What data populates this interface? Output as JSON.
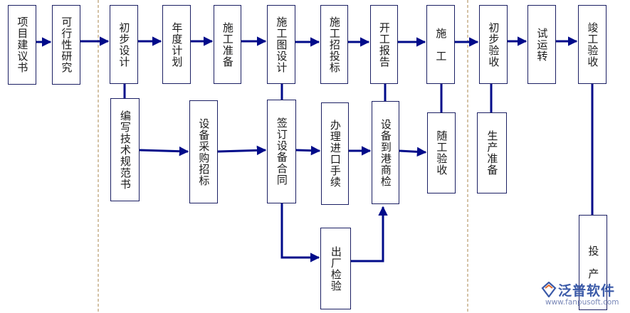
{
  "nodes": [
    {
      "id": "n1",
      "label": "项目建议书"
    },
    {
      "id": "n2",
      "label": "可行性研究"
    },
    {
      "id": "n3",
      "label": "初步设计"
    },
    {
      "id": "n4",
      "label": "年度计划"
    },
    {
      "id": "n5",
      "label": "施工准备"
    },
    {
      "id": "n6",
      "label": "施工图设计"
    },
    {
      "id": "n7",
      "label": "施工招投标"
    },
    {
      "id": "n8",
      "label": "开工报告"
    },
    {
      "id": "n9",
      "label": "施　工"
    },
    {
      "id": "n10",
      "label": "初步验收"
    },
    {
      "id": "n11",
      "label": "试运转"
    },
    {
      "id": "n12",
      "label": "竣工验收"
    },
    {
      "id": "n13",
      "label": "编写技术规范书"
    },
    {
      "id": "n14",
      "label": "设备采购招标"
    },
    {
      "id": "n15",
      "label": "签订设备合同"
    },
    {
      "id": "n16",
      "label": "办理进口手续"
    },
    {
      "id": "n17",
      "label": "设备到港商检"
    },
    {
      "id": "n18",
      "label": "随工验收"
    },
    {
      "id": "n19",
      "label": "生产准备"
    },
    {
      "id": "n20",
      "label": "出厂检验"
    },
    {
      "id": "n21",
      "label": "投　产"
    }
  ],
  "colors": {
    "line": "#000b8a",
    "border": "#1b1f63",
    "divider": "#b89a6a",
    "text": "#1a1a1a"
  },
  "watermark": {
    "brand": "泛普软件",
    "url": "www.fanpusoft.com"
  }
}
